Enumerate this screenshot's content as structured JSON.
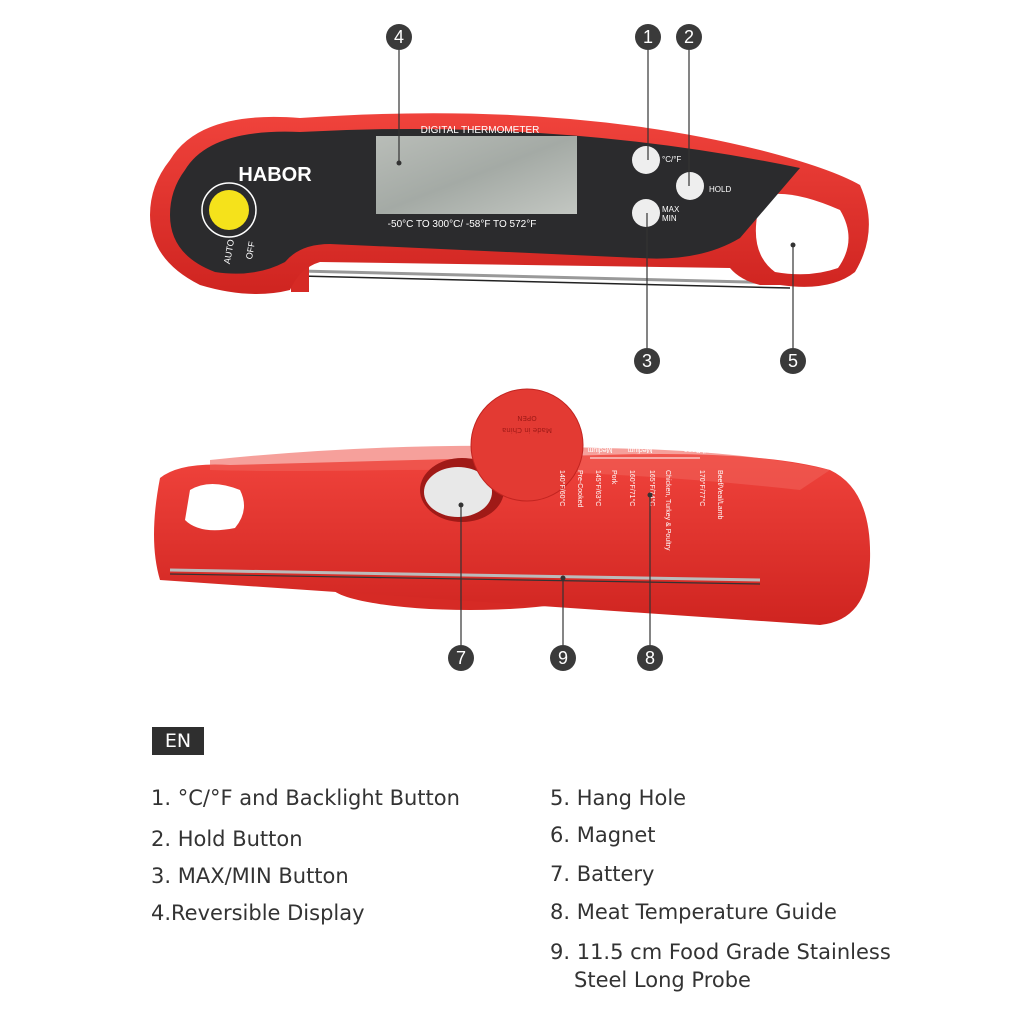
{
  "device_front": {
    "brand": "HABOR",
    "display_title": "DIGITAL THERMOMETER",
    "range_text": "-50°C  TO 300°C/ -58°F  TO 572°F",
    "button_cf": "°C/°F",
    "button_hold": "HOLD",
    "button_max": "MAX",
    "button_min": "MIN",
    "switch_auto": "AUTO",
    "switch_off": "OFF",
    "body_color": "#e8322e",
    "face_color": "#2b2b2d",
    "power_button_color": "#f5e21b"
  },
  "device_back": {
    "cap_open": "OPEN",
    "cap_made_in": "Made in China",
    "guide": [
      {
        "label": "Well Done",
        "meat": "Beef/Veal/Lamb",
        "temp": "170°F/77°C"
      },
      {
        "label": "",
        "meat": "Chicken, Turkey & Poultry",
        "temp": "165°F/74°C"
      },
      {
        "label": "Medium",
        "meat": "",
        "temp": "160°F/71°C"
      },
      {
        "label": "Medium",
        "meat": "Pork",
        "temp": "145°F/63°C"
      },
      {
        "label": "",
        "meat": "Pre-Cooked",
        "temp": "140°F/60°C"
      }
    ]
  },
  "callouts": [
    "1",
    "2",
    "3",
    "4",
    "5",
    "7",
    "8",
    "9"
  ],
  "language_badge": "EN",
  "legend": [
    "1. °C/°F and Backlight Button",
    "2. Hold Button",
    "3. MAX/MIN Button",
    "4.Reversible Display",
    "5. Hang Hole",
    "6. Magnet",
    "7. Battery",
    "8. Meat Temperature Guide",
    "9. 11.5 cm Food Grade Stainless",
    "Steel Long Probe"
  ]
}
